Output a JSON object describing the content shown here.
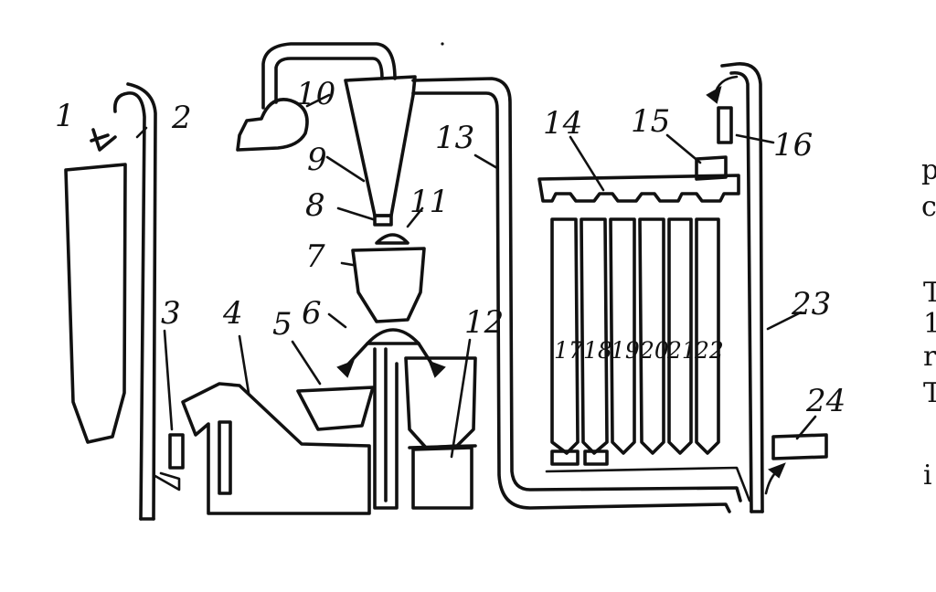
{
  "labels": {
    "l1": "1",
    "l2": "2",
    "l3": "3",
    "l4": "4",
    "l5": "5",
    "l6": "6",
    "l7": "7",
    "l8": "8",
    "l9": "9",
    "l10": "10",
    "l11": "11",
    "l12": "12",
    "l13": "13",
    "l14": "14",
    "l15": "15",
    "l16": "16",
    "l17": "17",
    "l18": "18",
    "l19": "19",
    "l20": "20",
    "l21": "21",
    "l22": "22",
    "l23": "23",
    "l24": "24"
  },
  "edge_fragments": {
    "f1": "p",
    "f2": "c",
    "f3": "T",
    "f4": "1",
    "f5": "r",
    "f6": "T",
    "f7": "i"
  }
}
